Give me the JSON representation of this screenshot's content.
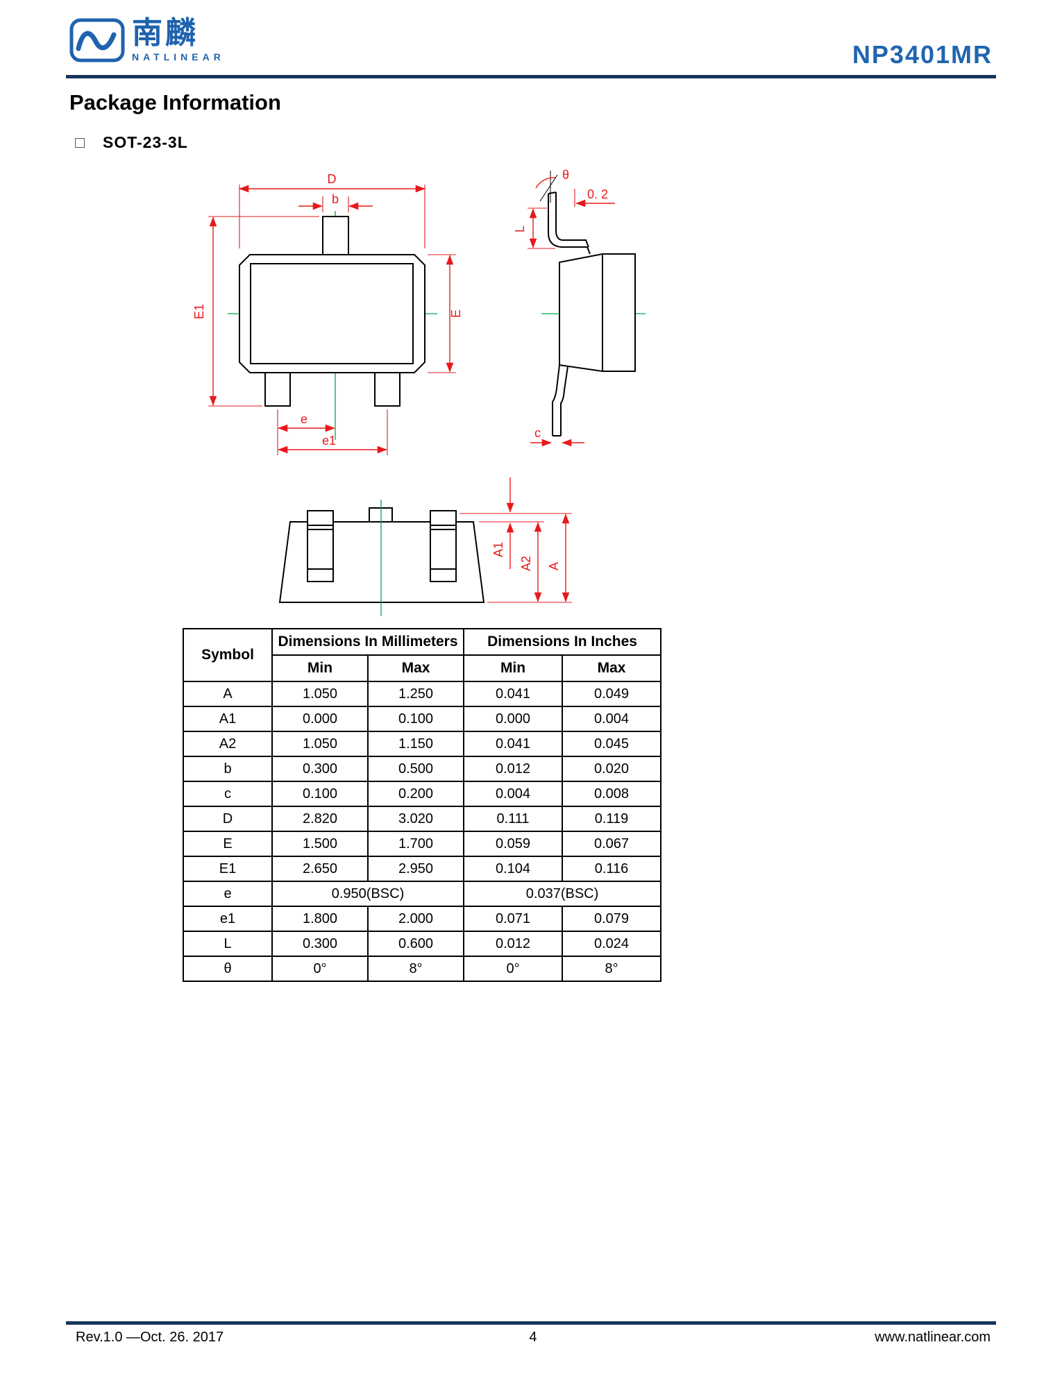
{
  "header": {
    "part_number": "NP3401MR",
    "logo": {
      "chinese": "南麟",
      "english": "NATLINEAR"
    }
  },
  "page": {
    "title": "Package Information",
    "package_type": "SOT-23-3L"
  },
  "drawing": {
    "top_view": {
      "D": "D",
      "b": "b",
      "E1": "E1",
      "E": "E",
      "e": "e",
      "e1": "e1"
    },
    "side_view": {
      "theta": "θ",
      "offset": "0. 2",
      "L": "L",
      "c": "c"
    },
    "front_view": {
      "A1": "A1",
      "A2": "A2",
      "A": "A"
    }
  },
  "table": {
    "col_symbol": "Symbol",
    "col_mm": "Dimensions In Millimeters",
    "col_in": "Dimensions In Inches",
    "col_min": "Min",
    "col_max": "Max",
    "rows": [
      {
        "symbol": "A",
        "mm_min": "1.050",
        "mm_max": "1.250",
        "in_min": "0.041",
        "in_max": "0.049"
      },
      {
        "symbol": "A1",
        "mm_min": "0.000",
        "mm_max": "0.100",
        "in_min": "0.000",
        "in_max": "0.004"
      },
      {
        "symbol": "A2",
        "mm_min": "1.050",
        "mm_max": "1.150",
        "in_min": "0.041",
        "in_max": "0.045"
      },
      {
        "symbol": "b",
        "mm_min": "0.300",
        "mm_max": "0.500",
        "in_min": "0.012",
        "in_max": "0.020"
      },
      {
        "symbol": "c",
        "mm_min": "0.100",
        "mm_max": "0.200",
        "in_min": "0.004",
        "in_max": "0.008"
      },
      {
        "symbol": "D",
        "mm_min": "2.820",
        "mm_max": "3.020",
        "in_min": "0.111",
        "in_max": "0.119"
      },
      {
        "symbol": "E",
        "mm_min": "1.500",
        "mm_max": "1.700",
        "in_min": "0.059",
        "in_max": "0.067"
      },
      {
        "symbol": "E1",
        "mm_min": "2.650",
        "mm_max": "2.950",
        "in_min": "0.104",
        "in_max": "0.116"
      },
      {
        "symbol": "e",
        "mm_span": "0.950(BSC)",
        "in_span": "0.037(BSC)"
      },
      {
        "symbol": "e1",
        "mm_min": "1.800",
        "mm_max": "2.000",
        "in_min": "0.071",
        "in_max": "0.079"
      },
      {
        "symbol": "L",
        "mm_min": "0.300",
        "mm_max": "0.600",
        "in_min": "0.012",
        "in_max": "0.024"
      },
      {
        "symbol": "θ",
        "mm_min": "0°",
        "mm_max": "8°",
        "in_min": "0°",
        "in_max": "8°"
      }
    ]
  },
  "footer": {
    "revision": "Rev.1.0 —Oct. 26. 2017",
    "page_number": "4",
    "website": "www.natlinear.com"
  },
  "colors": {
    "accent_blue": "#1f63ae",
    "rule_navy": "#17365d",
    "dim_red": "#e8191c",
    "centerline_green": "#00a550"
  }
}
